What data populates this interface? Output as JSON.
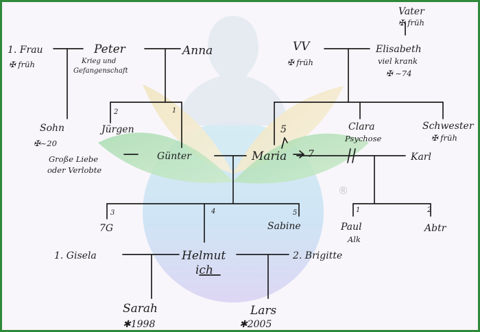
{
  "people": {
    "vater": {
      "name": "Vater",
      "note": "✠ früh"
    },
    "frau1": {
      "name": "1. Frau",
      "note": "✠ früh"
    },
    "peter": {
      "name": "Peter",
      "note1": "Krieg und",
      "note2": "Gefangenschaft"
    },
    "anna": {
      "name": "Anna"
    },
    "vv": {
      "name": "VV",
      "note": "✠ früh"
    },
    "elisabeth": {
      "name": "Elisabeth",
      "note1": "viel krank",
      "note2": "✠ ~74"
    },
    "sohn": {
      "name": "Sohn",
      "note": "✠~20"
    },
    "juergen": {
      "name": "Jürgen",
      "marker": "2"
    },
    "guenter": {
      "name": "Günter",
      "marker": "1"
    },
    "grosse_liebe": {
      "line1": "Große Liebe",
      "line2": "oder Verlobte"
    },
    "clara": {
      "name": "Clara",
      "note": "Psychose"
    },
    "schwester": {
      "name": "Schwester",
      "note": "✠ früh"
    },
    "maria": {
      "name": "Maria",
      "marker": "5",
      "arrow_label": "7"
    },
    "karl": {
      "name": "Karl"
    },
    "sibling3": {
      "name": "7G",
      "marker": "3"
    },
    "sibling4": {
      "marker": "4"
    },
    "sabine": {
      "name": "Sabine",
      "marker": "5"
    },
    "paul": {
      "name": "Paul",
      "note": "Alk",
      "marker": "1"
    },
    "abtr": {
      "name": "Abtr",
      "marker": "2"
    },
    "gisela": {
      "name": "1. Gisela"
    },
    "helmut": {
      "name": "Helmut",
      "self_label": "ich"
    },
    "brigitte": {
      "name": "2. Brigitte"
    },
    "sarah": {
      "name": "Sarah",
      "born": "✱1998"
    },
    "lars": {
      "name": "Lars",
      "born": "✱2005"
    }
  },
  "watermark": {
    "registered_mark": "®"
  },
  "colors": {
    "border": "#2f8a3a",
    "ink": "#1e1e1e",
    "petal_yellow": "#f1e3b0",
    "petal_green": "#b5dfa6",
    "globe_blue": "#a9d8ef",
    "globe_violet": "#c9c3ef"
  }
}
